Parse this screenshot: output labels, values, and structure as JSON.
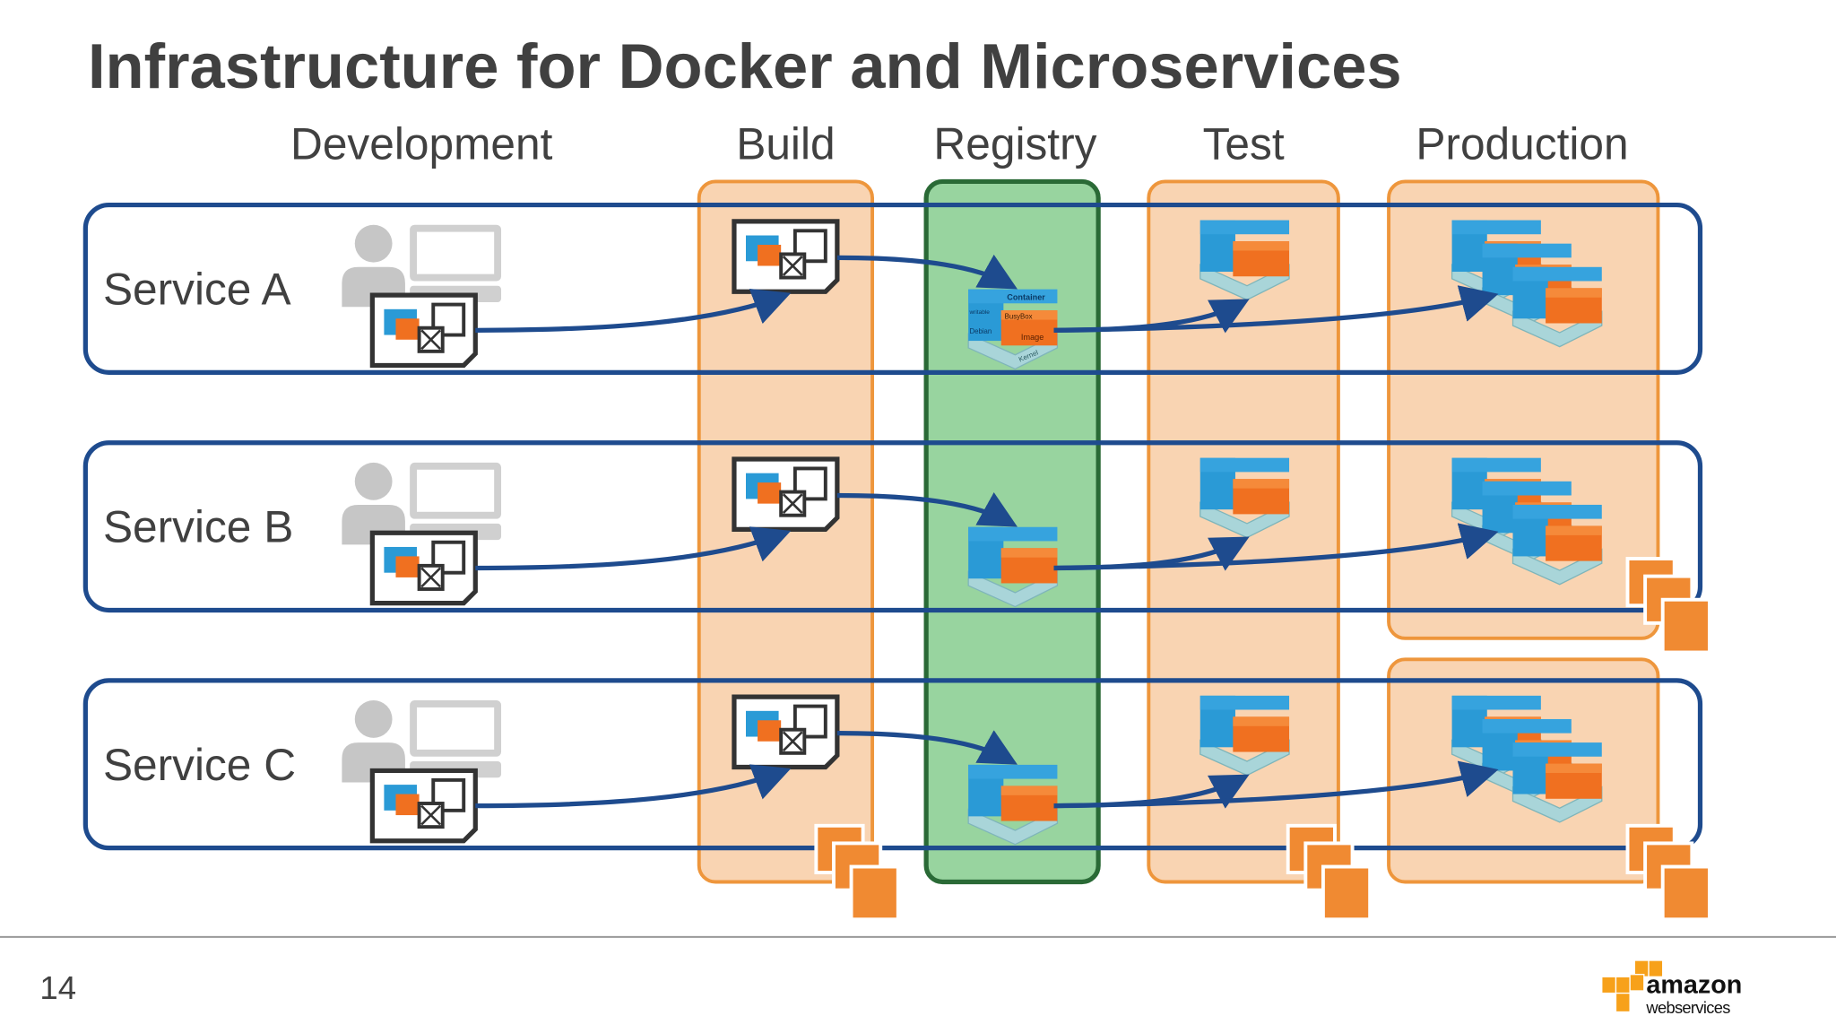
{
  "title": "Infrastructure for Docker and Microservices",
  "columns": [
    "Development",
    "Build",
    "Registry",
    "Test",
    "Production"
  ],
  "services": [
    "Service A",
    "Service B",
    "Service C"
  ],
  "page_number": "14",
  "logo": {
    "line1": "amazon",
    "line2": "webservices"
  },
  "container_labels": {
    "top": "Container",
    "mid": "Image",
    "base": "Kernel",
    "left1": "writable",
    "left2": "Debian",
    "right": "BusyBox"
  },
  "colors": {
    "stage_fill": "#f9d4b2",
    "stage_stroke": "#ee963c",
    "registry_fill": "#98d49f",
    "registry_stroke": "#2a6a36",
    "service_stroke": "#1e4b8e",
    "arrow": "#1e4b8e",
    "instance": "#f08a32",
    "logo_orange": "#f7a11a"
  }
}
